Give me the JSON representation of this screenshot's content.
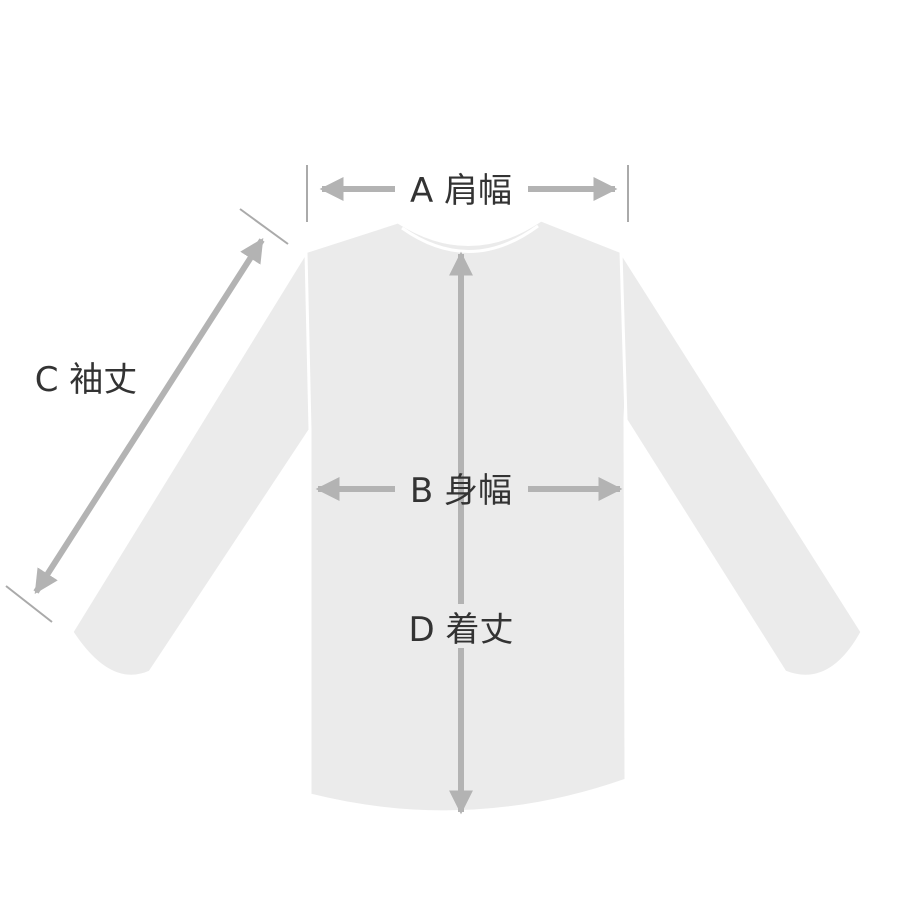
{
  "labels": {
    "a": "A 肩幅",
    "b": "B 身幅",
    "c": "C 袖丈",
    "d": "D 着丈"
  },
  "colors": {
    "garment_fill": "#ebebeb",
    "arrow": "#b3b3b3",
    "guide": "#aaaaaa",
    "text": "#333333"
  }
}
